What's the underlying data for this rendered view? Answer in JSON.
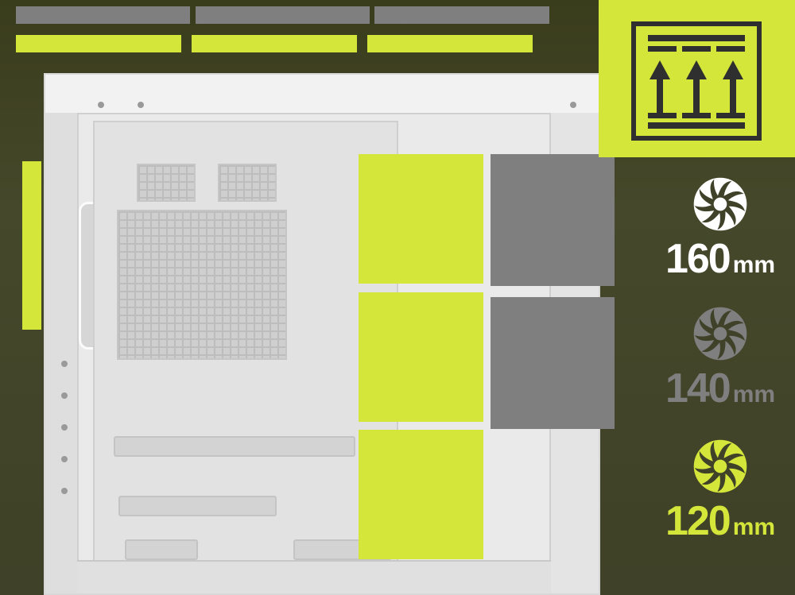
{
  "labels": {
    "size_160": "160",
    "size_140": "140",
    "size_120": "120",
    "unit": "mm"
  },
  "icons": {
    "airflow": "airflow-up-icon",
    "fan_160": "fan-icon",
    "fan_140": "fan-icon",
    "fan_120": "fan-icon"
  },
  "colors": {
    "accent": "#d4e63a",
    "neutral": "#7f7f7f",
    "white": "#ffffff",
    "background": "#3f4128",
    "dark": "#2f2f2f"
  }
}
